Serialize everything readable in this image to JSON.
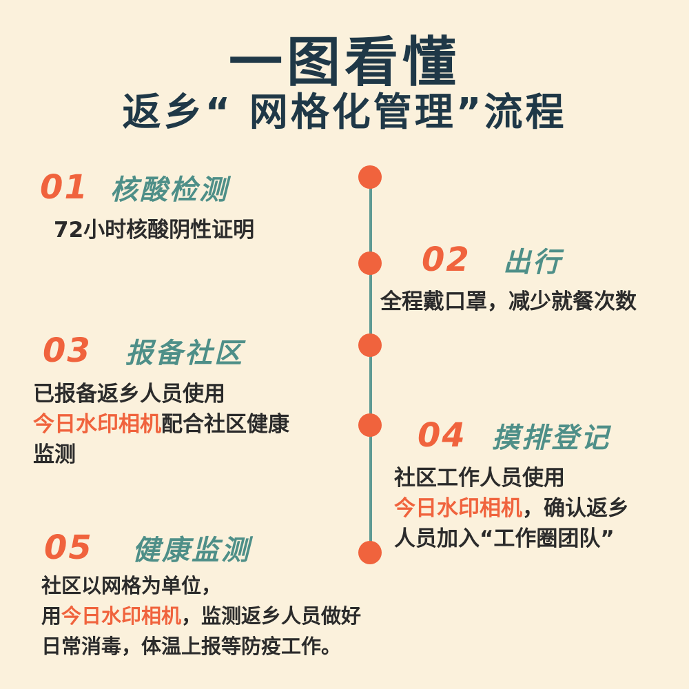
{
  "title": "一图看懂",
  "subtitle": "返乡“ 网格化管理”流程",
  "accent_color": "#f0633d",
  "title_color": "#1f3847",
  "step_title_color": "#4e8f88",
  "steps": [
    {
      "num": "01",
      "title": "核酸检测",
      "lines": [
        "72小时核酸阴性证明"
      ]
    },
    {
      "num": "02",
      "title": "出行",
      "lines": [
        "全程戴口罩，减少就餐次数"
      ]
    },
    {
      "num": "03",
      "title": "报备社区",
      "line1": "已报备返乡人员使用",
      "line2_hl": "今日水印相机",
      "line2_rest": "配合社区健康",
      "line3": "监测"
    },
    {
      "num": "04",
      "title": "摸排登记",
      "line1": "社区工作人员使用",
      "line2_hl": "今日水印相机",
      "line2_rest": "，确认返乡",
      "line3": "人员加入“工作圈团队”"
    },
    {
      "num": "05",
      "title": "健康监测",
      "line1": "社区以网格为单位，",
      "line2_pre": "用",
      "line2_hl": "今日水印相机",
      "line2_rest": "，监测返乡人员做好",
      "line3": "日常消毒，体温上报等防疫工作。"
    }
  ]
}
